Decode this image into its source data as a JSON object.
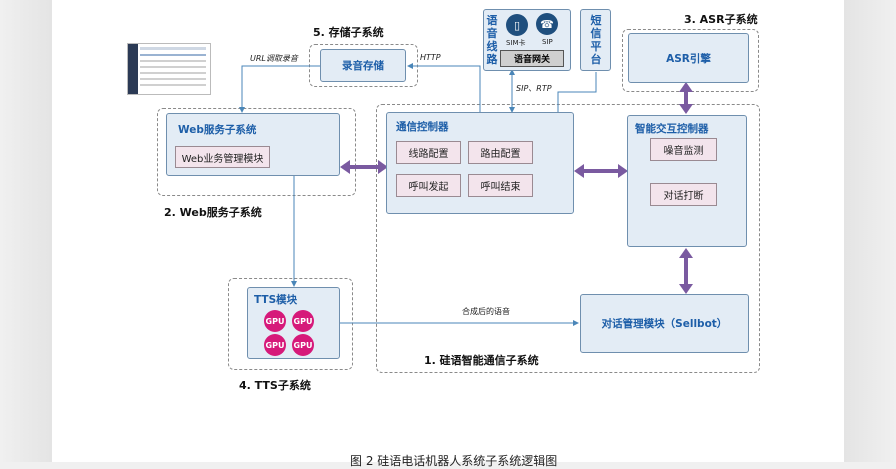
{
  "storage": {
    "title": "5. 存储子系统",
    "box": "录音存储",
    "url_label": "URL调取录音",
    "http_label": "HTTP"
  },
  "voice_line": {
    "vertical": [
      "语",
      "音",
      "线",
      "路"
    ],
    "sim": "SIM卡",
    "sip": "SIP",
    "gateway": "语音网关",
    "sip_rtp": "SIP、RTP"
  },
  "sms": {
    "vertical": [
      "短",
      "信",
      "平",
      "台"
    ]
  },
  "asr": {
    "title": "3. ASR子系统",
    "box": "ASR引擎"
  },
  "web": {
    "title": "Web服务子系统",
    "module": "Web业务管理模块",
    "subsystem_label": "2. Web服务子系统"
  },
  "comm": {
    "title": "通信控制器",
    "buttons": [
      "线路配置",
      "路由配置",
      "呼叫发起",
      "呼叫结束"
    ]
  },
  "interaction": {
    "title": "智能交互控制器",
    "items": [
      "噪音监测",
      "对话打断"
    ]
  },
  "tts": {
    "title": "TTS模块",
    "gpu": [
      "GPU",
      "GPU",
      "GPU",
      "GPU"
    ],
    "subsystem_label": "4. TTS子系统",
    "synth_label": "合成后的语音"
  },
  "dialog": {
    "box": "对话管理模块（Sellbot）"
  },
  "main_subsystem_label": "1. 硅语智能通信子系统",
  "caption": "图 2 硅语电话机器人系统子系统逻辑图",
  "colors": {
    "box_bg": "#e3ecf5",
    "title_blue": "#1d5ea8",
    "arrow_purple": "#7a5aa0",
    "line_blue": "#4a86b8"
  }
}
